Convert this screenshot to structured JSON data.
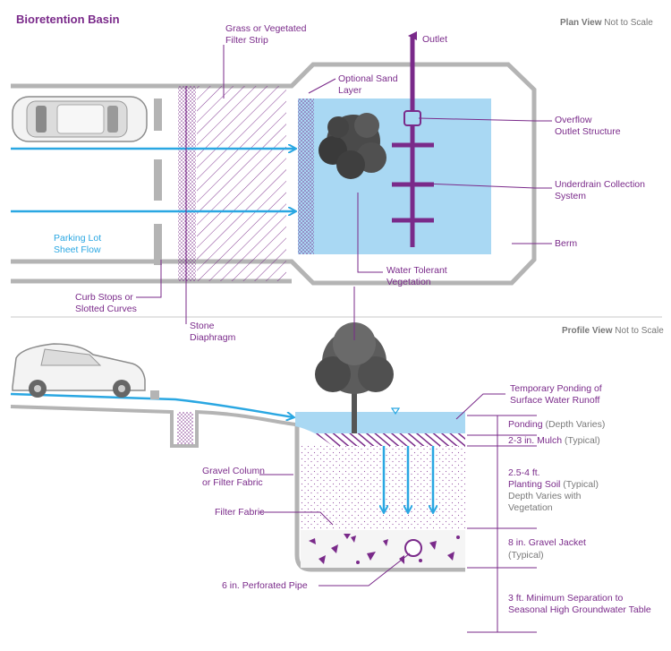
{
  "title": "Bioretention Basin",
  "plan_view": {
    "view_label_bold": "Plan View",
    "view_label_rest": "Not to Scale",
    "labels": {
      "filter_strip": "Grass or Vegetated\nFilter Strip",
      "outlet": "Outlet",
      "sand_layer": "Optional Sand\nLayer",
      "overflow": "Overflow\nOutlet Structure",
      "underdrain": "Underdrain Collection\nSystem",
      "berm": "Berm",
      "sheet_flow": "Parking Lot\nSheet Flow",
      "water_tolerant": "Water Tolerant\nVegetation",
      "curb_stops": "Curb Stops or\nSlotted Curves",
      "stone_diaphragm": "Stone\nDiaphragm"
    }
  },
  "profile_view": {
    "view_label_bold": "Profile View",
    "view_label_rest": "Not to Scale",
    "labels": {
      "temp_ponding": "Temporary Ponding of\nSurface Water Runoff",
      "ponding_main": "Ponding",
      "ponding_note": "(Depth Varies)",
      "mulch_main": "2-3 in. Mulch",
      "mulch_note": "(Typical)",
      "soil_depth": "2.5-4 ft.",
      "soil_main": "Planting Soil",
      "soil_note": "(Typical)",
      "soil_extra": "Depth Varies with\nVegetation",
      "gravel_column": "Gravel Column\nor Filter Fabric",
      "filter_fabric": "Filter Fabric",
      "gravel_jacket": "8 in. Gravel Jacket",
      "gravel_note": "(Typical)",
      "perforated_pipe": "6 in. Perforated Pipe",
      "separation": "3 ft. Minimum Separation to\nSeasonal High Groundwater Table"
    }
  },
  "colors": {
    "purple": "#7a2a8a",
    "blue": "#2aa7e2",
    "water": "#a9d8f3",
    "grey": "#b4b4b4"
  }
}
